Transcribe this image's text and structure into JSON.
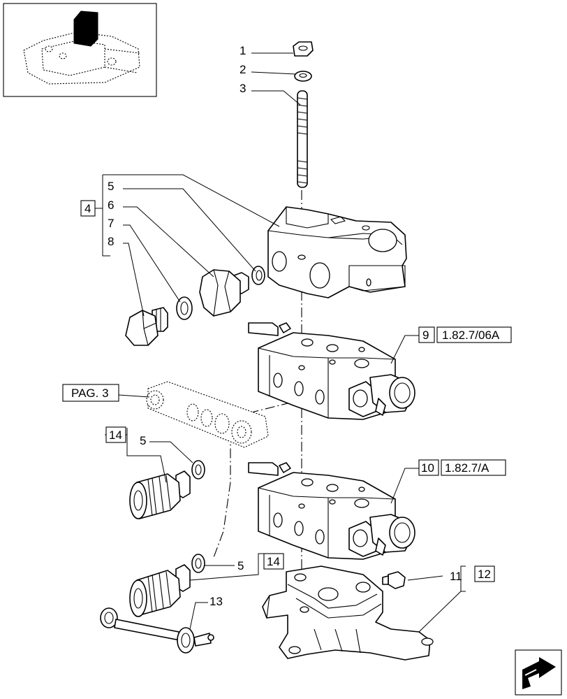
{
  "callouts": {
    "c1": "1",
    "c2": "2",
    "c3": "3",
    "c4": "4",
    "c5a": "5",
    "c6": "6",
    "c7": "7",
    "c8": "8",
    "c9": "9",
    "c10": "10",
    "c11": "11",
    "c12": "12",
    "c13": "13",
    "c14a": "14",
    "c5b": "5",
    "c14b": "14",
    "c5c": "5"
  },
  "references": {
    "ref_9": "1.82.7/06A",
    "ref_10": "1.82.7/A",
    "page": "PAG. 3"
  }
}
